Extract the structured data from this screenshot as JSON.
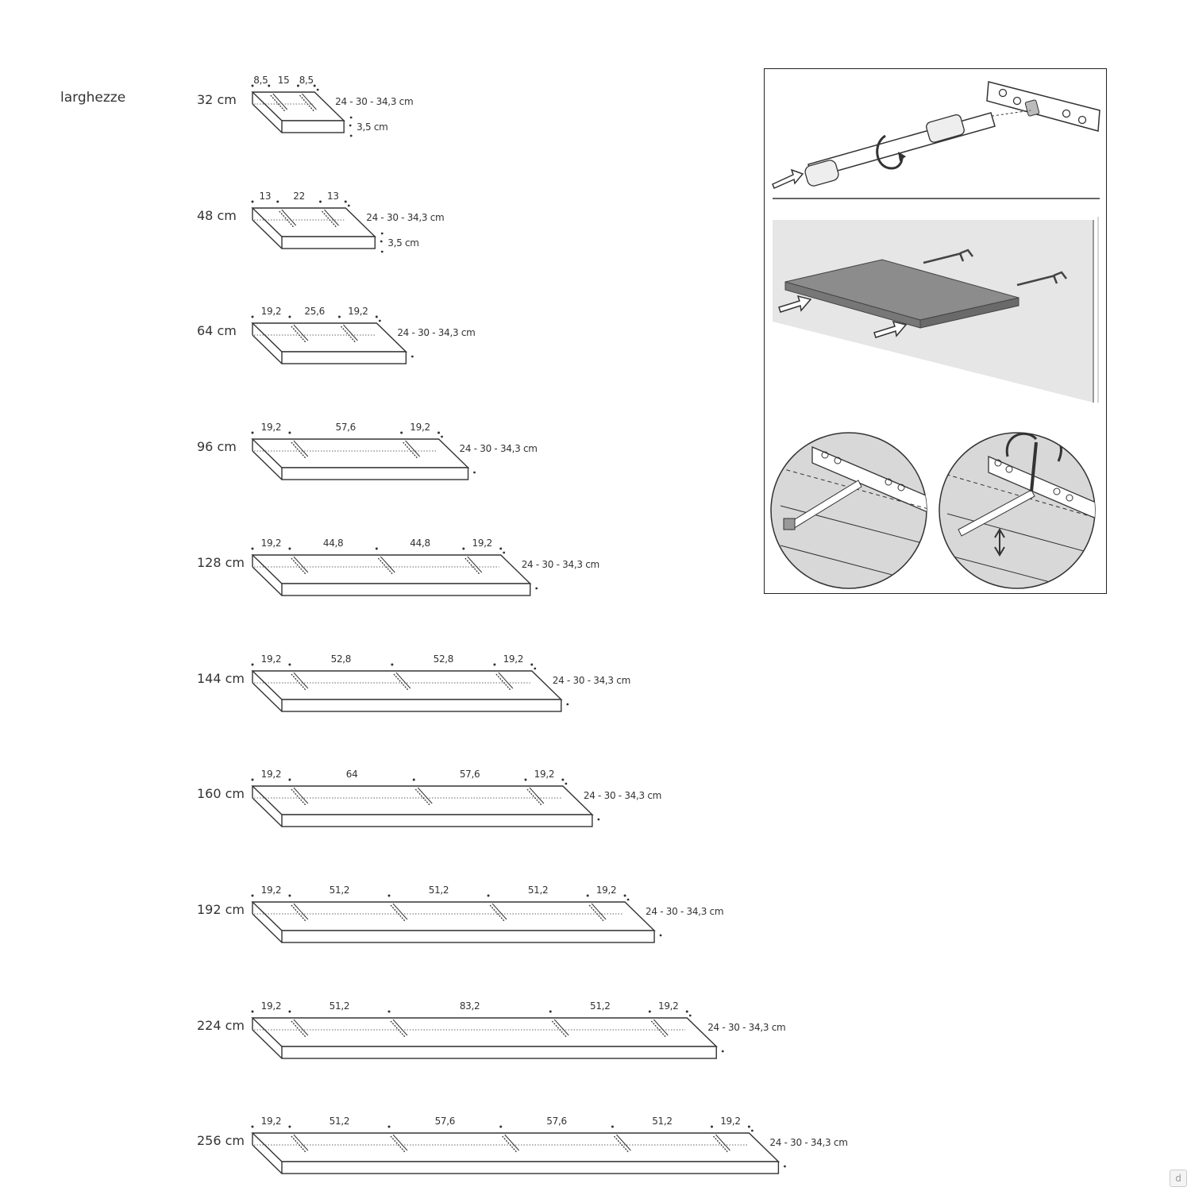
{
  "title": "larghezze",
  "depth_label": "24 - 30 - 34,3 cm",
  "thickness_label": "3,5 cm",
  "shelves": [
    {
      "width_label": "32 cm",
      "segments": [
        "8,5",
        "15",
        "8,5"
      ],
      "show_thickness": true
    },
    {
      "width_label": "48 cm",
      "segments": [
        "13",
        "22",
        "13"
      ],
      "show_thickness": true
    },
    {
      "width_label": "64 cm",
      "segments": [
        "19,2",
        "25,6",
        "19,2"
      ],
      "show_thickness": false
    },
    {
      "width_label": "96 cm",
      "segments": [
        "19,2",
        "57,6",
        "19,2"
      ],
      "show_thickness": false
    },
    {
      "width_label": "128 cm",
      "segments": [
        "19,2",
        "44,8",
        "44,8",
        "19,2"
      ],
      "show_thickness": false
    },
    {
      "width_label": "144 cm",
      "segments": [
        "19,2",
        "52,8",
        "52,8",
        "19,2"
      ],
      "show_thickness": false
    },
    {
      "width_label": "160 cm",
      "segments": [
        "19,2",
        "64",
        "57,6",
        "19,2"
      ],
      "show_thickness": false
    },
    {
      "width_label": "192 cm",
      "segments": [
        "19,2",
        "51,2",
        "51,2",
        "51,2",
        "19,2"
      ],
      "show_thickness": false
    },
    {
      "width_label": "224 cm",
      "segments": [
        "19,2",
        "51,2",
        "83,2",
        "51,2",
        "19,2"
      ],
      "show_thickness": false
    },
    {
      "width_label": "256 cm",
      "segments": [
        "19,2",
        "51,2",
        "57,6",
        "57,6",
        "51,2",
        "19,2"
      ],
      "show_thickness": false
    }
  ],
  "install_panel": {
    "steps": [
      "bracket-insert-step",
      "shelf-slide-step",
      "screw-adjust-left-step",
      "screw-adjust-right-step"
    ]
  },
  "colors": {
    "line": "#333333",
    "shelf_grey": "#8c8c8c",
    "wall_grey": "#e6e6e6",
    "circle_grey": "#d8d8d8"
  }
}
